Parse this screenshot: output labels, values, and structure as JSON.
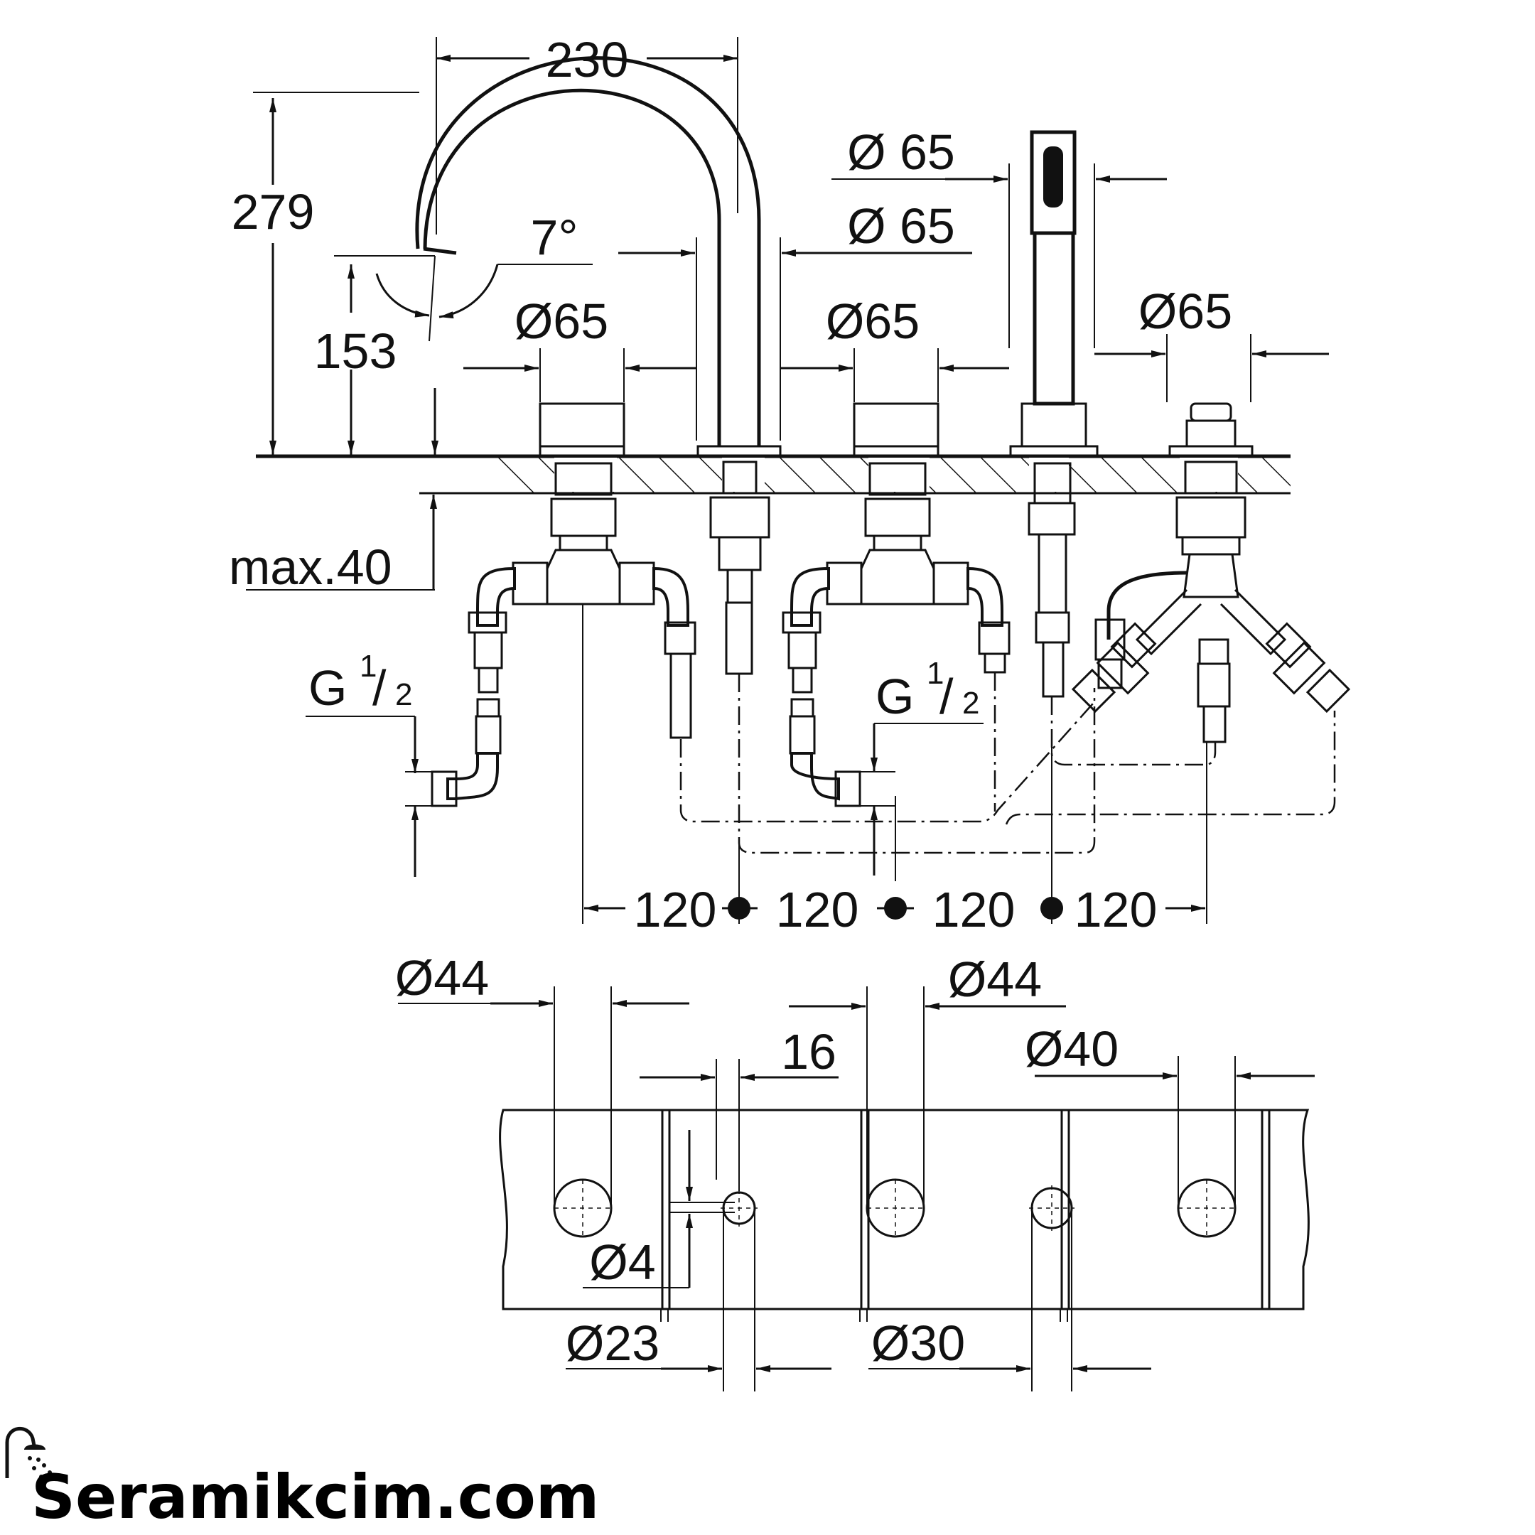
{
  "brand": {
    "text": "Seramikcim.com"
  },
  "side_view": {
    "width_230": "230",
    "height_279": "279",
    "angle": "7°",
    "height_153": "153",
    "dia_65_a": "Ø 65",
    "dia_65_b": "Ø 65",
    "dia_65_c": "Ø65",
    "dia_65_d": "Ø65",
    "dia_65_e": "Ø65",
    "max_40": "max.40",
    "thread_g_1": "G",
    "thread_g_2": "G",
    "thread_num_1": "1",
    "thread_den_1": "2",
    "thread_num_2": "1",
    "thread_den_2": "2",
    "spacing": [
      "120",
      "120",
      "120",
      "120"
    ]
  },
  "top_view": {
    "dia_44_a": "Ø44",
    "dia_44_b": "Ø44",
    "dim_16": "16",
    "dia_40": "Ø40",
    "dia_4": "Ø4",
    "dia_23": "Ø23",
    "dia_30": "Ø30"
  },
  "colors": {
    "ink": "#111111",
    "background": "#ffffff"
  }
}
